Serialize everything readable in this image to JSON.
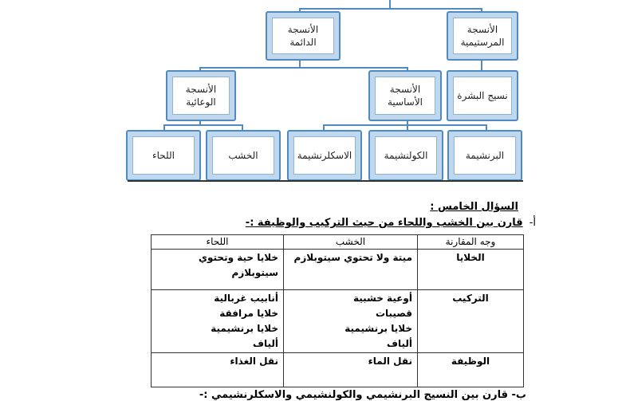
{
  "diagram": {
    "nodes": {
      "meristematic": "الأنسجة المرستيمية",
      "permanent": "الأنسجة الدائمة",
      "epidermis": "نسيج البشرة",
      "basic": "الأنسجة الأساسية",
      "vascular": "الأنسجة الوعائية",
      "parenchyma": "البرنشيمة",
      "collenchyma": "الكولنشيمة",
      "sclerenchyma": "الاسكلرنشيمة",
      "xylem": "الخشب",
      "phloem": "اللحاء"
    }
  },
  "question": {
    "title": "السؤال الخامس :",
    "item_letter": "أ-",
    "item_text": "قارن بين الخشب واللحاء من حيث التركيب والوظيفة :-"
  },
  "table": {
    "headers": [
      "وجه المقارنة",
      "الخشب",
      "اللحاء"
    ],
    "rows": [
      {
        "aspect": "الخلايا",
        "xylem": [
          "ميتة ولا تحتوي سيتوبلازم"
        ],
        "phloem": [
          "خلايا حية وتحتوي",
          "سيتوبلازم"
        ]
      },
      {
        "aspect": "التركيب",
        "xylem": [
          "أوعية خشبية",
          "قصيبات",
          "خلايا برنشيمية",
          "ألياف"
        ],
        "phloem": [
          "أنابيب غربالية",
          "خلايا مرافقة",
          "خلايا برنشيمية",
          "ألياف"
        ]
      },
      {
        "aspect": "الوظيفة",
        "xylem": [
          "نقل الماء"
        ],
        "phloem": [
          "نقل الغذاء"
        ]
      }
    ]
  },
  "footer_partial": "ب- قارن بين النسيج البرنشيمي والكولنشيمي والاسكلرنشيمي :-"
}
